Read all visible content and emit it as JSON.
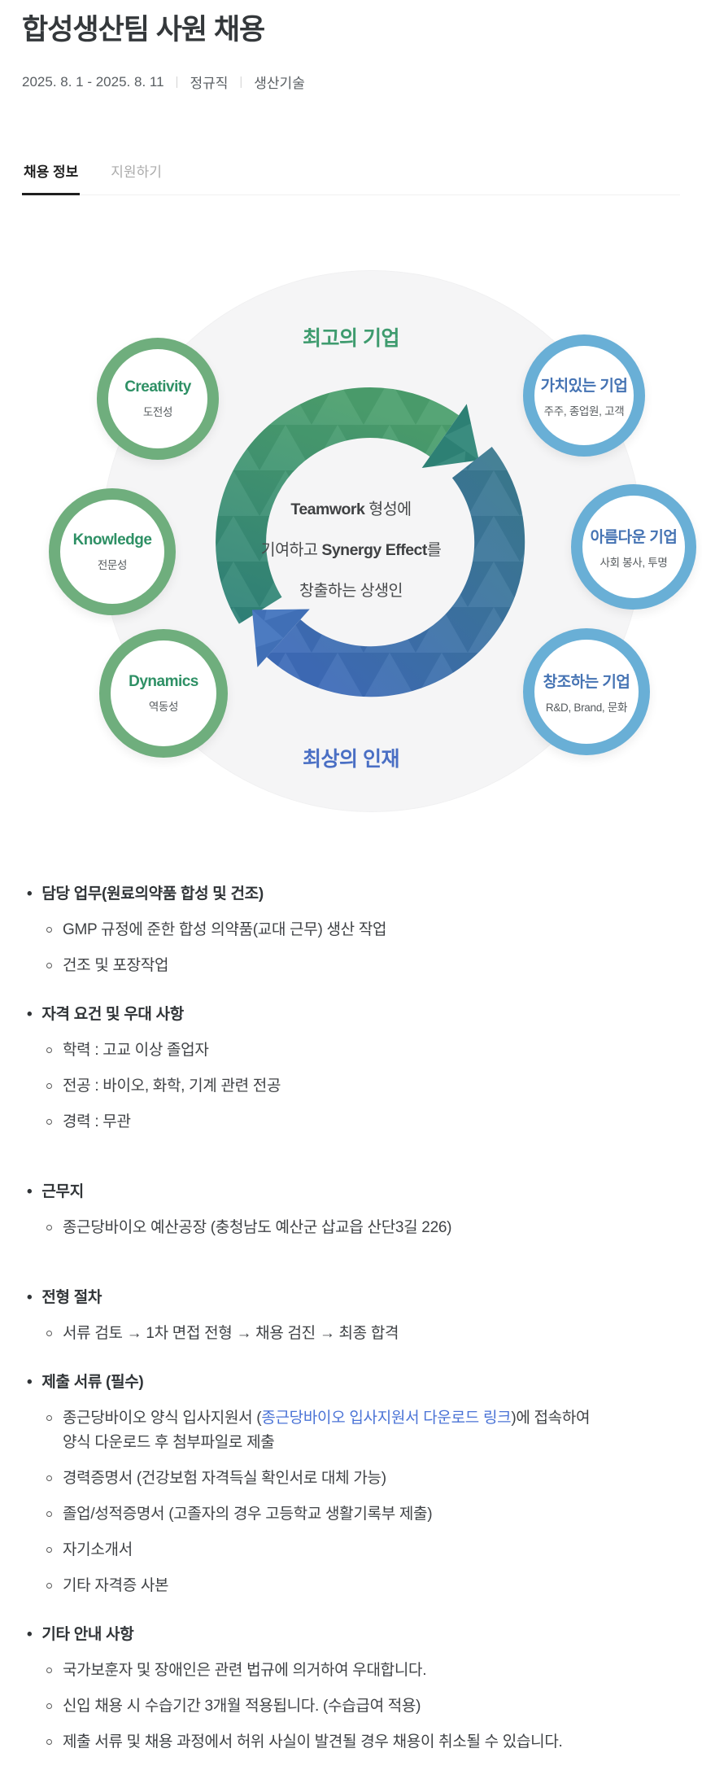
{
  "header": {
    "title": "합성생산팀 사원 채용",
    "date_range": "2025. 8. 1 - 2025. 8. 11",
    "employment_type": "정규직",
    "category": "생산기술"
  },
  "tabs": [
    {
      "label": "채용 정보",
      "active": true
    },
    {
      "label": "지원하기",
      "active": false
    }
  ],
  "diagram": {
    "top_label": "최고의 기업",
    "bottom_label": "최상의 인재",
    "center": {
      "line1_bold": "Teamwork",
      "line1_rest": " 형성에",
      "line2_prefix": "기여하고 ",
      "line2_bold": "Synergy Effect",
      "line2_suffix": "를",
      "line3": "창출하는 상생인"
    },
    "left_circles": [
      {
        "title": "Creativity",
        "subtitle": "도전성"
      },
      {
        "title": "Knowledge",
        "subtitle": "전문성"
      },
      {
        "title": "Dynamics",
        "subtitle": "역동성"
      }
    ],
    "right_circles": [
      {
        "title": "가치있는 기업",
        "subtitle": "주주, 종업원, 고객"
      },
      {
        "title": "아름다운 기업",
        "subtitle": "사회 봉사, 투명"
      },
      {
        "title": "창조하는 기업",
        "subtitle": "R&D, Brand, 문화"
      }
    ],
    "colors": {
      "green_accent": "#2E9065",
      "green_ring": "#6FAE7D",
      "blue_accent": "#4573B3",
      "blue_ring": "#69AFD6",
      "top_label_green": "#3E9B6E",
      "bottom_label_blue": "#4A6FC4"
    }
  },
  "details": {
    "link_color": "#4A73D6",
    "sections": [
      {
        "title": "담당 업무(원료의약품 합성 및 건조)",
        "items": [
          "GMP 규정에 준한 합성 의약품(교대 근무) 생산 작업",
          "건조 및 포장작업"
        ]
      },
      {
        "title": "자격 요건 및 우대 사항",
        "items": [
          "학력 : 고교 이상 졸업자",
          "전공 : 바이오, 화학, 기계 관련 전공",
          "경력 : 무관"
        ]
      },
      {
        "title": "근무지",
        "items": [
          "종근당바이오 예산공장 (충청남도 예산군 삽교읍 산단3길 226)"
        ]
      },
      {
        "title": "전형 절차",
        "items": [
          "서류 검토 → 1차 면접 전형 → 채용 검진 → 최종 합격"
        ]
      },
      {
        "title": "제출 서류 (필수)",
        "link_item": {
          "prefix": "종근당바이오 양식 입사지원서 (",
          "link": "종근당바이오 입사지원서 다운로드 링크",
          "suffix": ")에 접속하여",
          "line2": "양식 다운로드 후 첨부파일로 제출"
        },
        "items": [
          "경력증명서 (건강보험 자격득실 확인서로 대체 가능)",
          "졸업/성적증명서 (고졸자의 경우 고등학교 생활기록부 제출)",
          "자기소개서",
          "기타 자격증 사본"
        ]
      },
      {
        "title": "기타 안내 사항",
        "items": [
          "국가보훈자 및 장애인은 관련 법규에 의거하여 우대합니다.",
          "신입 채용 시 수습기간 3개월 적용됩니다. (수습급여 적용)",
          "제출 서류 및 채용 과정에서 허위 사실이 발견될 경우 채용이 취소될 수 있습니다."
        ]
      }
    ]
  }
}
